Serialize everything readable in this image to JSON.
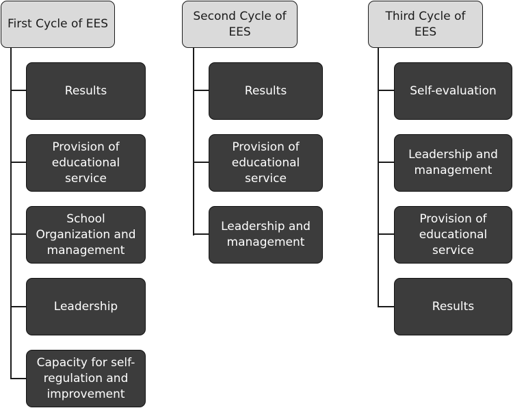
{
  "columns": [
    {
      "title": "First Cycle of EES",
      "items": [
        "Results",
        "Provision of educational service",
        "School Organization and management",
        "Leadership",
        "Capacity for self-regulation and improvement"
      ]
    },
    {
      "title": "Second Cycle of EES",
      "items": [
        "Results",
        "Provision of educational service",
        "Leadership and management"
      ]
    },
    {
      "title": "Third Cycle of EES",
      "items": [
        "Self-evaluation",
        "Leadership and management",
        "Provision of educational service",
        "Results"
      ]
    }
  ],
  "colors": {
    "header_fill": "#dadada",
    "node_fill": "#3c3c3c",
    "node_text": "#ffffff",
    "line": "#1a1a1a"
  }
}
